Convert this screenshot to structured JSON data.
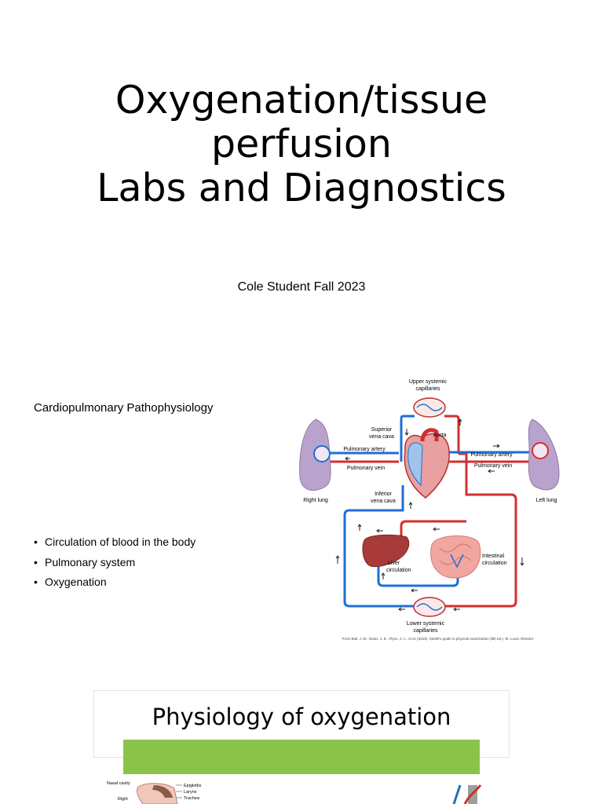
{
  "slide1": {
    "title_lines": [
      "Oxygenation/tissue",
      "perfusion",
      "Labs and Diagnostics"
    ],
    "subtitle": "Cole Student  Fall 2023"
  },
  "slide2": {
    "heading": "Cardiopulmonary Pathophysiology",
    "bullets": [
      "Circulation of blood in the body",
      "Pulmonary system",
      "Oxygenation"
    ],
    "diagram": {
      "labels": {
        "upper_capillaries_1": "Upper systemic",
        "upper_capillaries_2": "capillaries",
        "superior_vena_cava_1": "Superior",
        "superior_vena_cava_2": "vena cava",
        "aorta": "Aorta",
        "pulmonary_artery_left": "Pulmonary artery",
        "pulmonary_artery_right": "Pulmonary artery",
        "pulmonary_vein_left": "Pulmonary vein",
        "pulmonary_vein_right": "Pulmonary vein",
        "right_lung": "Right lung",
        "left_lung": "Left lung",
        "inferior_vena_cava_1": "Inferior",
        "inferior_vena_cava_2": "vena cava",
        "liver_circulation_1": "Liver",
        "liver_circulation_2": "circulation",
        "intestinal_circulation_1": "Intestinal",
        "intestinal_circulation_2": "circulation",
        "lower_capillaries_1": "Lower systemic",
        "lower_capillaries_2": "capillaries",
        "citation": "From Ball, J. W., Dains, J. E., Flynn, J. A., et al. (2019). Seidel's guide to physical examination (9th ed.). St. Louis: Elsevier."
      },
      "colors": {
        "oxygenated": "#d32f2f",
        "deoxygenated": "#1e6fd6",
        "lung": "#b9a3cc",
        "liver": "#a83a3a",
        "intestine": "#f2a6a0"
      }
    }
  },
  "slide3": {
    "title": "Physiology of oxygenation",
    "accent_color": "#8bc34a",
    "anatomy_labels": {
      "nasal_cavity": "Nasal cavity",
      "right": "Right",
      "epiglottis": "Epiglottis",
      "larynx": "Larynx",
      "trachea": "Trachea"
    }
  }
}
